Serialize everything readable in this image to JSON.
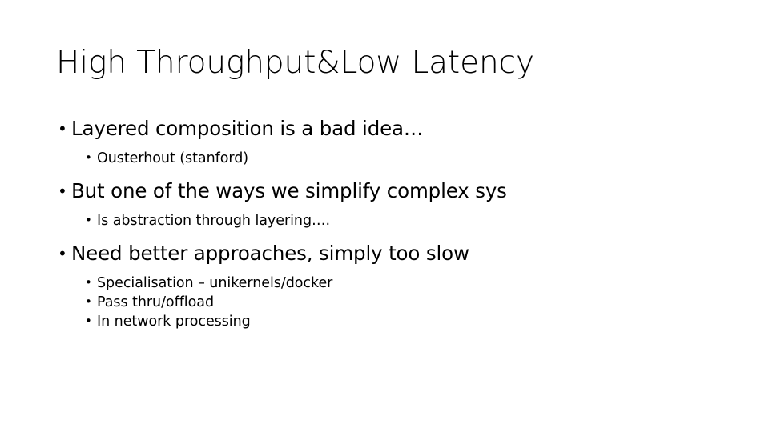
{
  "slide": {
    "background_color": "#ffffff",
    "text_color": "#000000",
    "title": "High Throughput&Low Latency",
    "bullet_glyph": "•",
    "content": [
      {
        "level": 1,
        "text": "Layered composition is a bad idea…"
      },
      {
        "level": 2,
        "text": "Ousterhout (stanford)"
      },
      {
        "level": 1,
        "text": "But one of the ways we simplify complex sys"
      },
      {
        "level": 2,
        "text": "Is abstraction through layering…."
      },
      {
        "level": 1,
        "text": "Need better approaches, simply too slow"
      },
      {
        "level": 2,
        "text": "Specialisation – unikernels/docker"
      },
      {
        "level": 2,
        "text": "Pass thru/offload"
      },
      {
        "level": 2,
        "text": "In network processing"
      }
    ]
  }
}
